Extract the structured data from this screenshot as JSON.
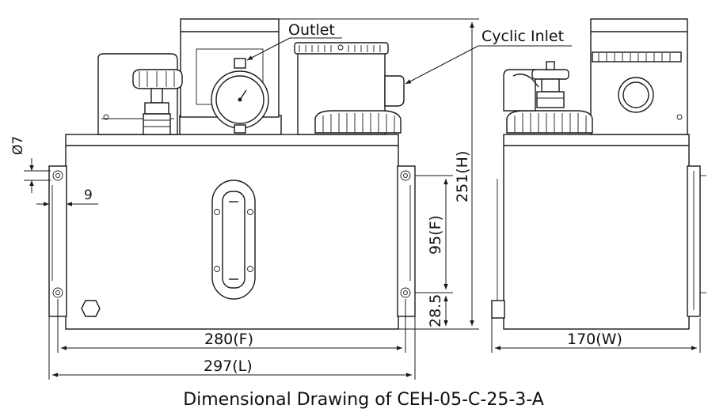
{
  "callouts": {
    "outlet": "Outlet",
    "cyclic_inlet": "Cyclic Inlet"
  },
  "dimensions": {
    "hole_diameter": "Ø7",
    "hole_offset": "9",
    "height_total": "251(H)",
    "mount_spacing": "95(F)",
    "mount_bottom": "28.5",
    "front_width": "280(F)",
    "total_length": "297(L)",
    "side_width": "170(W)"
  },
  "caption": "Dimensional Drawing of CEH-05-C-25-3-A"
}
